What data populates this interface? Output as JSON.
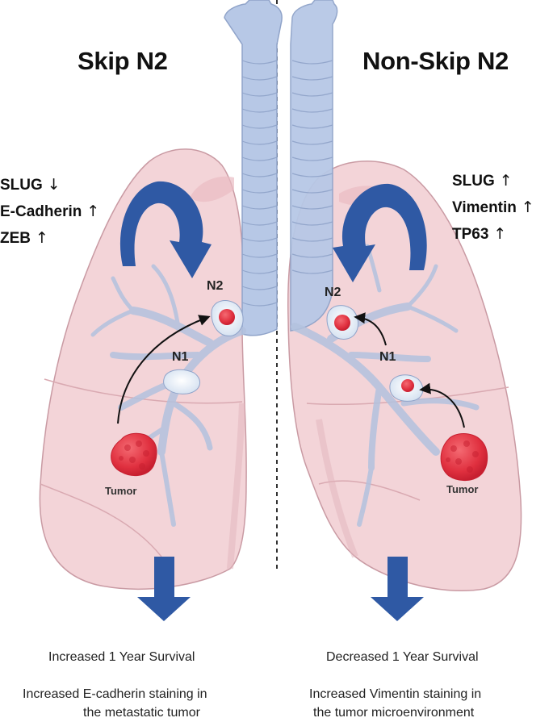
{
  "left": {
    "title": "Skip N2",
    "markers": [
      {
        "name": "SLUG",
        "arrow": "↓"
      },
      {
        "name": "E-Cadherin",
        "arrow": "↑"
      },
      {
        "name": "ZEB",
        "arrow": "↑"
      }
    ],
    "node_n2": "N2",
    "node_n1": "N1",
    "tumor": "Tumor",
    "outcome_survival": "Increased 1 Year Survival",
    "outcome_staining_line1": "Increased E-cadherin staining in",
    "outcome_staining_line2": "the metastatic tumor"
  },
  "right": {
    "title": "Non-Skip N2",
    "markers": [
      {
        "name": "SLUG",
        "arrow": "↑"
      },
      {
        "name": "Vimentin",
        "arrow": "↑"
      },
      {
        "name": "TP63",
        "arrow": "↑"
      }
    ],
    "node_n2": "N2",
    "node_n1": "N1",
    "tumor": "Tumor",
    "outcome_survival": "Decreased 1 Year Survival",
    "outcome_staining_line1": "Increased Vimentin staining in",
    "outcome_staining_line2": "the tumor microenvironment"
  },
  "colors": {
    "lung_fill": "#f3d4d8",
    "lung_shade": "#e9bcc3",
    "lung_stroke": "#c99aa3",
    "trachea": "#b7c8e6",
    "trachea_stroke": "#8fa3c9",
    "bronchi": "#b3c2de",
    "big_arrow": "#2f59a4",
    "tumor": "#e53b49",
    "lymph_node": "#e6eef8"
  }
}
